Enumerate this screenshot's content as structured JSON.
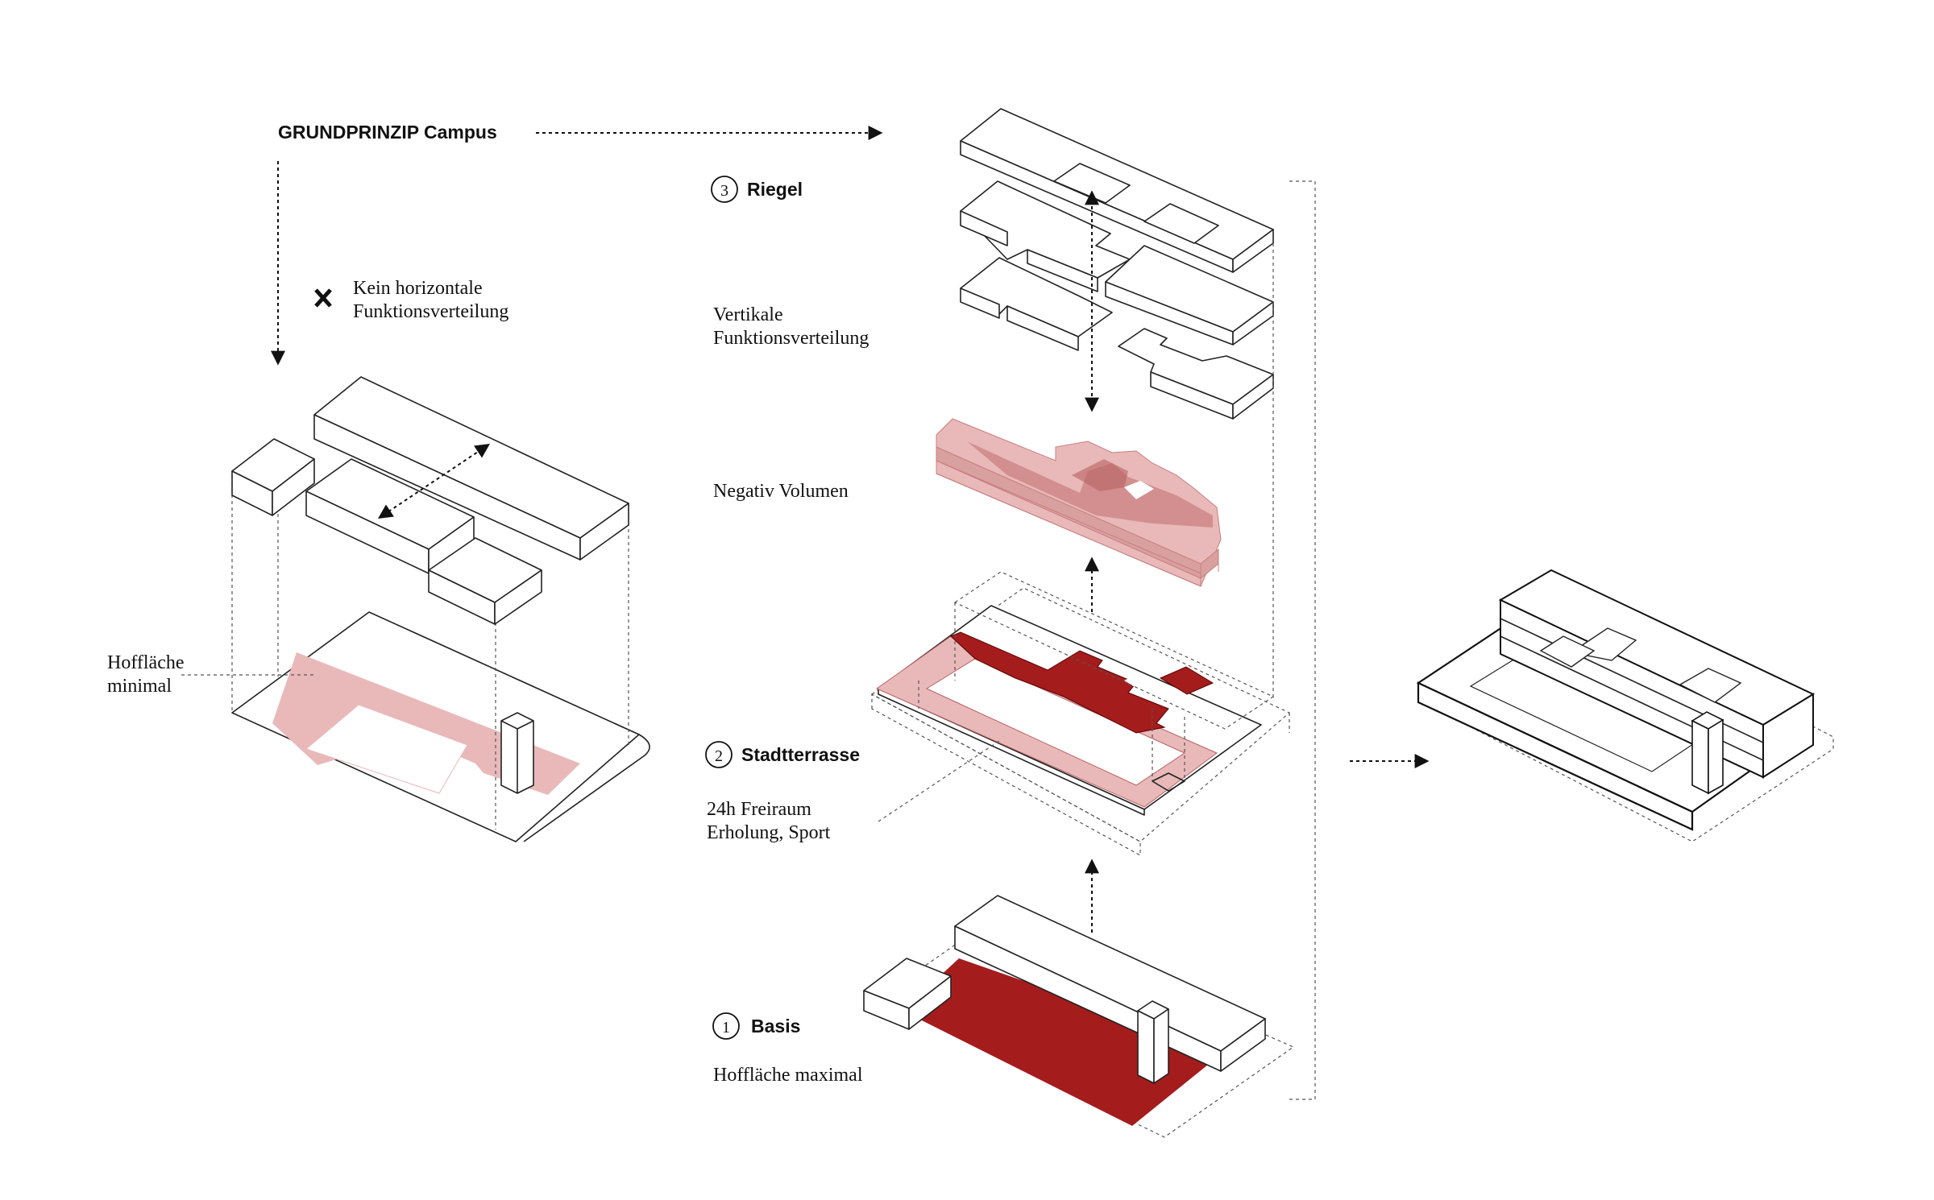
{
  "labels": {
    "title": "GRUNDPRINZIP Campus",
    "no_horizontal_1": "Kein horizontale",
    "no_horizontal_2": "Funktionsverteilung",
    "courtyard_min_1": "Hoffläche",
    "courtyard_min_2": "minimal",
    "step3_num": "3",
    "step3_title": "Riegel",
    "vertical_1": "Vertikale",
    "vertical_2": "Funktionsverteilung",
    "negative": "Negativ Volumen",
    "step2_num": "2",
    "step2_title": "Stadtterrasse",
    "open24_1": "24h Freiraum",
    "open24_2": "Erholung, Sport",
    "step1_num": "1",
    "step1_title": "Basis",
    "courtyard_max": "Hoffläche maximal"
  },
  "colors": {
    "dark_red": "#a51c1c",
    "light_red": "#e9b9b9",
    "mid_red": "#c97d7d",
    "line": "#222222"
  },
  "icons": {
    "cross": "x-mark-icon"
  }
}
